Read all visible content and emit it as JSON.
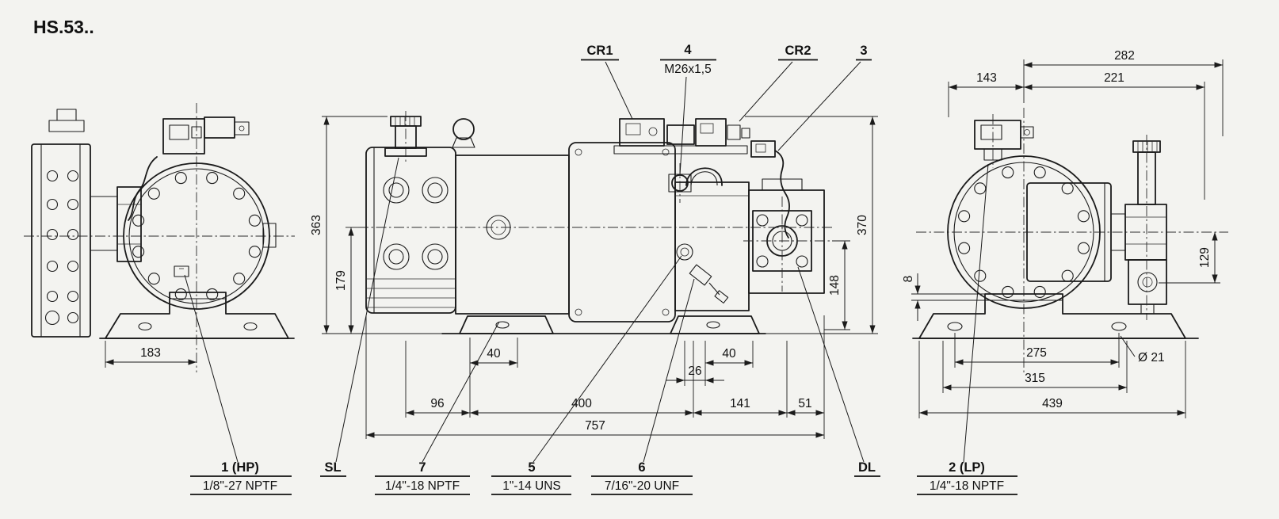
{
  "title": "HS.53..",
  "callouts": {
    "cr1": {
      "label": "CR1"
    },
    "c4": {
      "label": "4",
      "thread": "M26x1,5"
    },
    "cr2": {
      "label": "CR2"
    },
    "c3": {
      "label": "3"
    },
    "c1": {
      "label": "1 (HP)",
      "thread": "1/8\"-27 NPTF"
    },
    "sl": {
      "label": "SL"
    },
    "c7": {
      "label": "7",
      "thread": "1/4\"-18 NPTF"
    },
    "c5": {
      "label": "5",
      "thread": "1\"-14 UNS"
    },
    "c6": {
      "label": "6",
      "thread": "7/16\"-20 UNF"
    },
    "dl": {
      "label": "DL"
    },
    "c2": {
      "label": "2 (LP)",
      "thread": "1/4\"-18 NPTF"
    }
  },
  "dims": {
    "left_foot_width": "183",
    "total_height": "363",
    "shaft_height": "179",
    "right_height": "370",
    "discharge_height": "148",
    "foot_40_left": "40",
    "foot_40_right": "40",
    "offset_26": "26",
    "offset_96": "96",
    "body_400": "400",
    "offset_141": "141",
    "offset_51": "51",
    "total_length": "757",
    "top_282": "282",
    "top_143": "143",
    "top_221": "221",
    "side_129": "129",
    "plate_8": "8",
    "holes_275": "275",
    "holes_315": "315",
    "bracket_439": "439",
    "hole_diameter": "Ø 21"
  }
}
